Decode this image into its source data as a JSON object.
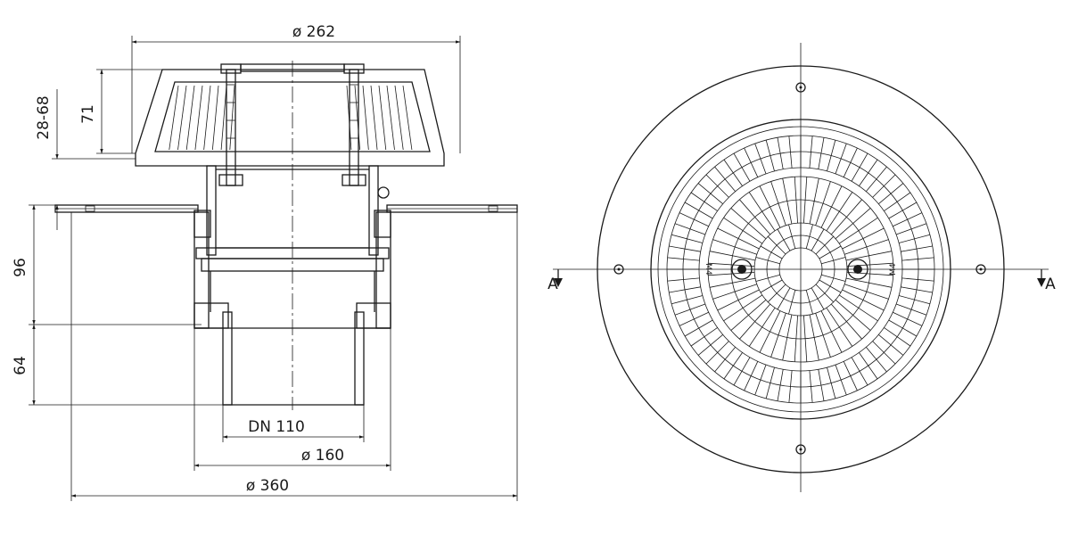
{
  "section_view": {
    "dimensions": {
      "top_diameter": "ø 262",
      "grate_height": "71",
      "adjust_range": "28-68",
      "body_height": "96",
      "outlet_length": "64",
      "outlet_dn": "DN 110",
      "body_diameter": "ø 160",
      "flange_diameter": "ø 360"
    }
  },
  "plan_view": {
    "section_mark_left": "A",
    "section_mark_right": "A",
    "grate_marks": [
      "M4",
      "M4"
    ]
  }
}
